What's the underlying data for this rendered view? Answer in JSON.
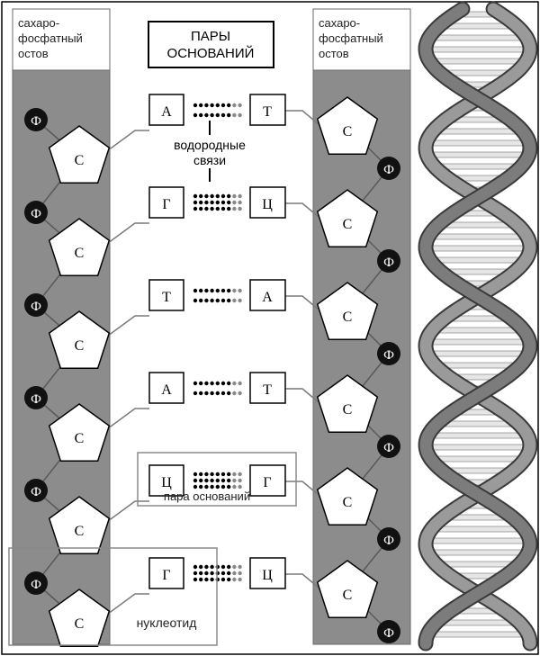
{
  "left_backbone": {
    "line1": "сахаро-",
    "line2": "фосфатный",
    "line3": "остов"
  },
  "right_backbone": {
    "line1": "сахаро-",
    "line2": "фосфатный",
    "line3": "остов"
  },
  "pairs_title": {
    "line1": "ПАРЫ",
    "line2": "ОСНОВАНИЙ"
  },
  "hydrogen_bonds": {
    "line1": "водородные",
    "line2": "связи"
  },
  "base_pair_label": "пара оснований",
  "nucleotide_label": "нуклеотид",
  "sugar_label": "С",
  "phosphate_label": "Ф",
  "pairs": [
    {
      "left": "А",
      "right": "Т",
      "bonds": 2
    },
    {
      "left": "Г",
      "right": "Ц",
      "bonds": 3
    },
    {
      "left": "Т",
      "right": "А",
      "bonds": 2
    },
    {
      "left": "А",
      "right": "Т",
      "bonds": 2
    },
    {
      "left": "Ц",
      "right": "Г",
      "bonds": 3
    },
    {
      "left": "Г",
      "right": "Ц",
      "bonds": 3
    }
  ],
  "colors": {
    "backbone": "#8c8c8c",
    "phosphate": "#111111",
    "strand_fill": "#8a8a8a",
    "rung_fill": "#e6e6e6"
  }
}
